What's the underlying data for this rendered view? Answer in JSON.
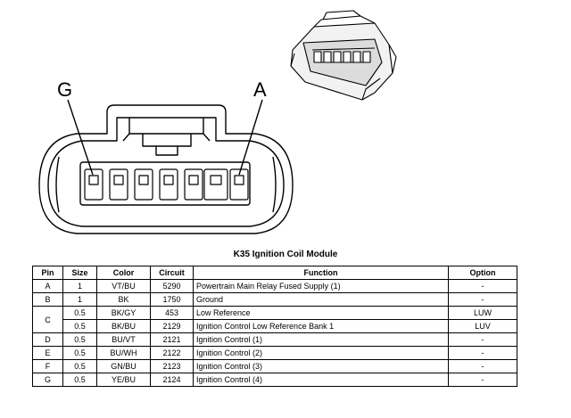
{
  "connector": {
    "label_left": "G",
    "label_right": "A",
    "title": "K35 Ignition Coil Module"
  },
  "table": {
    "headers": {
      "pin": "Pin",
      "size": "Size",
      "color": "Color",
      "circuit": "Circuit",
      "function": "Function",
      "option": "Option"
    },
    "rows": [
      {
        "pin": "A",
        "size": "1",
        "color": "VT/BU",
        "circuit": "5290",
        "function": "Powertrain Main Relay Fused Supply (1)",
        "option": "-"
      },
      {
        "pin": "B",
        "size": "1",
        "color": "BK",
        "circuit": "1750",
        "function": "Ground",
        "option": "-"
      },
      {
        "pin": "C",
        "size": "0.5",
        "color": "BK/GY",
        "circuit": "453",
        "function": "Low Reference",
        "option": "LUW"
      },
      {
        "pin": "",
        "size": "0.5",
        "color": "BK/BU",
        "circuit": "2129",
        "function": "Ignition Control Low Reference Bank 1",
        "option": "LUV"
      },
      {
        "pin": "D",
        "size": "0.5",
        "color": "BU/VT",
        "circuit": "2121",
        "function": "Ignition Control (1)",
        "option": "-"
      },
      {
        "pin": "E",
        "size": "0.5",
        "color": "BU/WH",
        "circuit": "2122",
        "function": "Ignition Control (2)",
        "option": "-"
      },
      {
        "pin": "F",
        "size": "0.5",
        "color": "GN/BU",
        "circuit": "2123",
        "function": "Ignition Control (3)",
        "option": "-"
      },
      {
        "pin": "G",
        "size": "0.5",
        "color": "YE/BU",
        "circuit": "2124",
        "function": "Ignition Control (4)",
        "option": "-"
      }
    ]
  }
}
